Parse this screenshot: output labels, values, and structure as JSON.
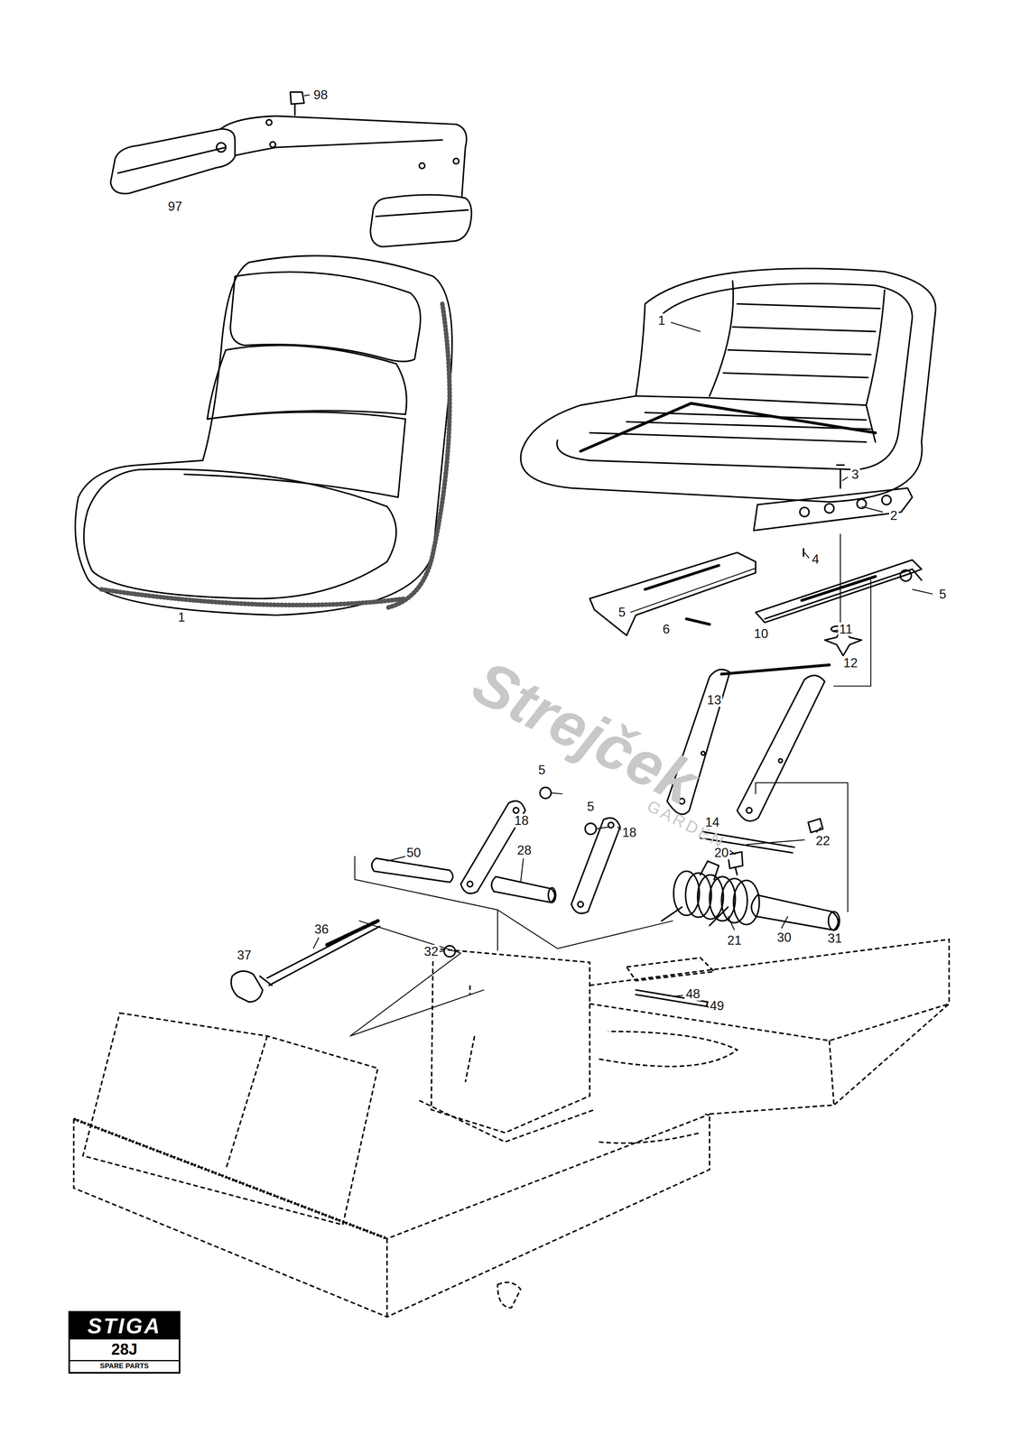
{
  "diagram": {
    "nodes": [
      {
        "text": [
          "STIGA",
          "28J",
          "SPARE PARTS"
        ]
      }
    ],
    "edges": [],
    "labels": [
      "98",
      "97",
      "1",
      "1",
      "3",
      "2",
      "4",
      "5",
      "5",
      "6",
      "10",
      "11",
      "12",
      "13",
      "5",
      "5",
      "18",
      "18",
      "14",
      "22",
      "50",
      "28",
      "20",
      "21",
      "30",
      "31",
      "32",
      "36",
      "37",
      "48",
      "49",
      "Strejček",
      "GARDEN"
    ]
  }
}
